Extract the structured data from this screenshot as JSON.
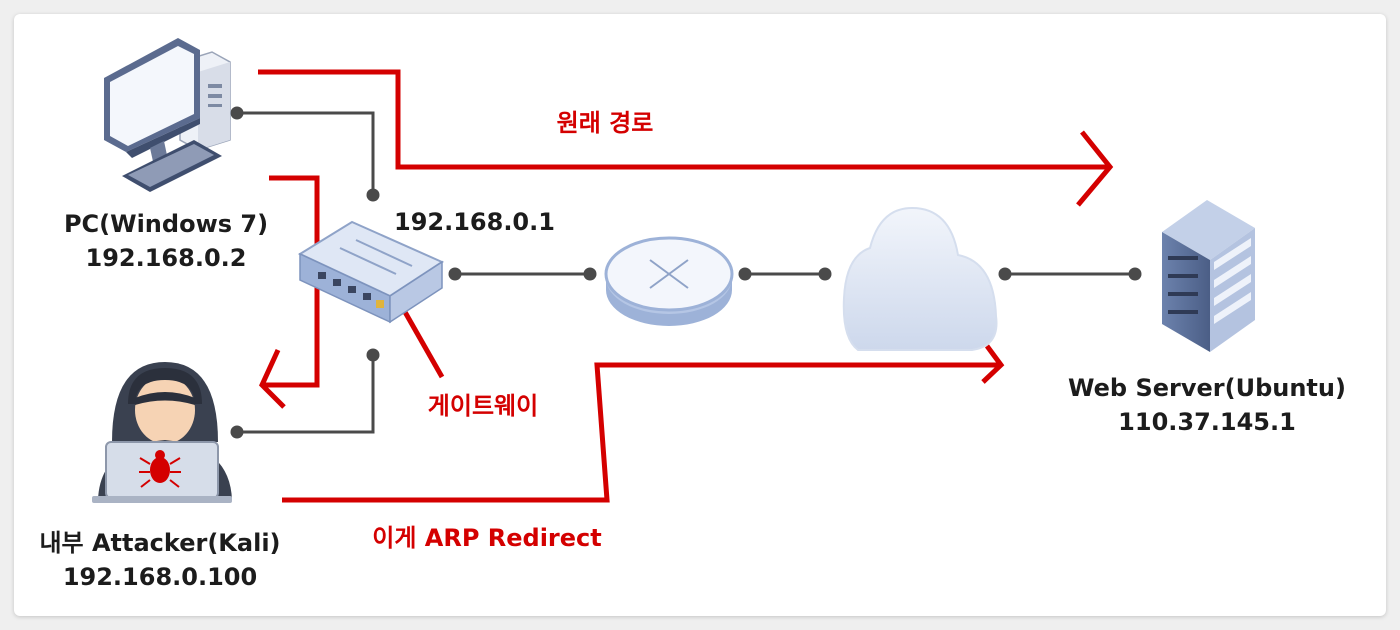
{
  "nodes": {
    "pc": {
      "name": "PC(Windows 7)",
      "ip": "192.168.0.2"
    },
    "attacker": {
      "name": "내부 Attacker(Kali)",
      "ip": "192.168.0.100"
    },
    "gateway": {
      "ip": "192.168.0.1",
      "label": "게이트웨이"
    },
    "server": {
      "name": "Web Server(Ubuntu)",
      "ip": "110.37.145.1"
    }
  },
  "annotations": {
    "original_path": "원래 경로",
    "arp_redirect": "이게 ARP Redirect"
  },
  "colors": {
    "red": "#d40000",
    "link": "#4a4a4a",
    "device_blue": "#9db2d8",
    "device_dark": "#5c6f93"
  }
}
